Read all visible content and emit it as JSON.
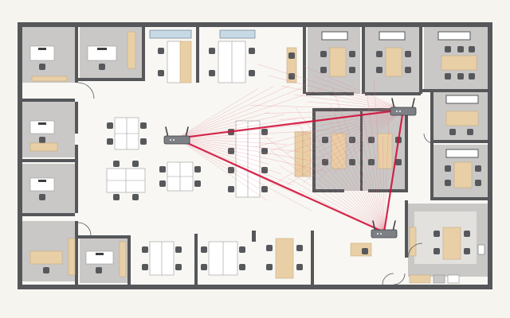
{
  "diagram": {
    "kind": "office-floor-plan-wifi-coverage",
    "palette": {
      "wall": "#55575a",
      "office_floor": "#c9c8c6",
      "open_floor": "#f8f7f3",
      "wood_desk": "#e9cfa6",
      "signal": "#d0103a",
      "signal_faint": "#e47a8c",
      "router": "#7d8084"
    },
    "routers": [
      {
        "id": "ap-open-office",
        "icon": "wifi-router-icon"
      },
      {
        "id": "ap-top-right",
        "icon": "wifi-router-icon"
      },
      {
        "id": "ap-bottom",
        "icon": "wifi-router-icon"
      }
    ],
    "links": [
      {
        "from": "ap-open-office",
        "to": "ap-top-right"
      },
      {
        "from": "ap-open-office",
        "to": "ap-bottom"
      },
      {
        "from": "ap-top-right",
        "to": "ap-bottom"
      }
    ]
  }
}
